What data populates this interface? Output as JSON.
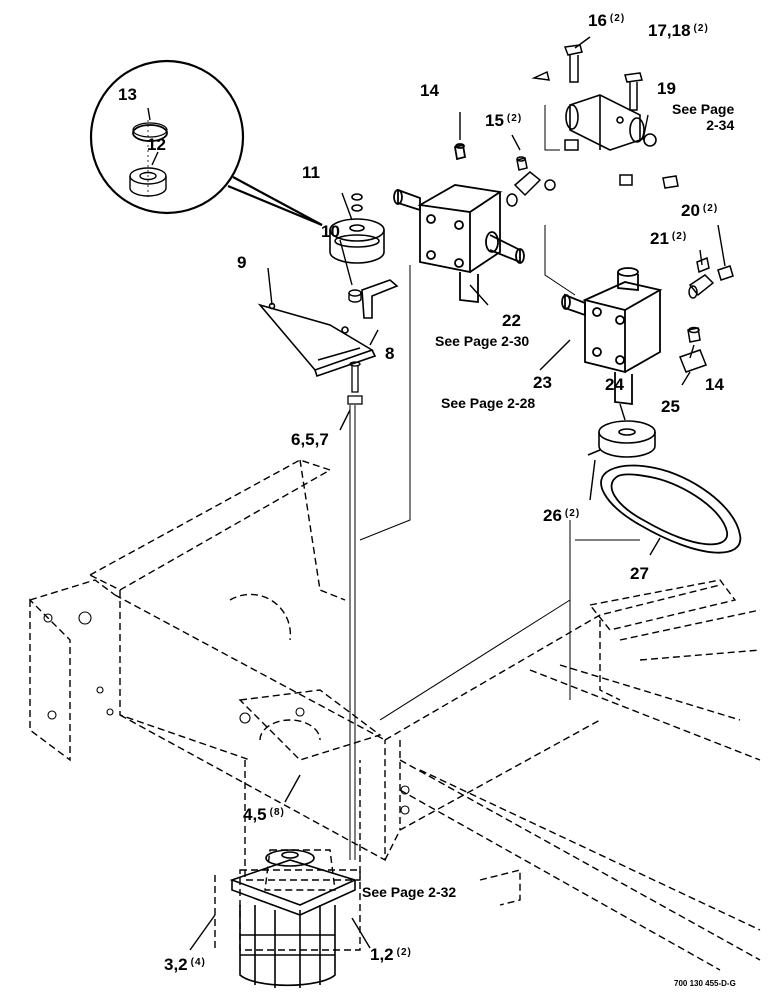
{
  "callouts": {
    "c1": {
      "num": "1,2",
      "qty": "(2)"
    },
    "c3": {
      "num": "3,2",
      "qty": "(4)"
    },
    "c4": {
      "num": "4,5",
      "qty": "(8)"
    },
    "c6": {
      "num": "6,5,7"
    },
    "c8": {
      "num": "8"
    },
    "c9": {
      "num": "9"
    },
    "c10": {
      "num": "10"
    },
    "c11": {
      "num": "11"
    },
    "c12": {
      "num": "12"
    },
    "c13": {
      "num": "13"
    },
    "c14a": {
      "num": "14"
    },
    "c14b": {
      "num": "14"
    },
    "c15": {
      "num": "15",
      "qty": "(2)"
    },
    "c16": {
      "num": "16",
      "qty": "(2)"
    },
    "c17": {
      "num": "17,18",
      "qty": "(2)"
    },
    "c19": {
      "num": "19"
    },
    "c20": {
      "num": "20",
      "qty": "(2)"
    },
    "c21": {
      "num": "21",
      "qty": "(2)"
    },
    "c22": {
      "num": "22"
    },
    "c23": {
      "num": "23"
    },
    "c24": {
      "num": "24"
    },
    "c25": {
      "num": "25"
    },
    "c26": {
      "num": "26",
      "qty": "(2)"
    },
    "c27": {
      "num": "27"
    }
  },
  "references": {
    "p230": "See Page 2-30",
    "p228": "See Page 2-28",
    "p232": "See Page 2-32",
    "p234_line1": "See Page",
    "p234_line2": "2-34"
  },
  "drawing_code": "700 130 455-D-G"
}
